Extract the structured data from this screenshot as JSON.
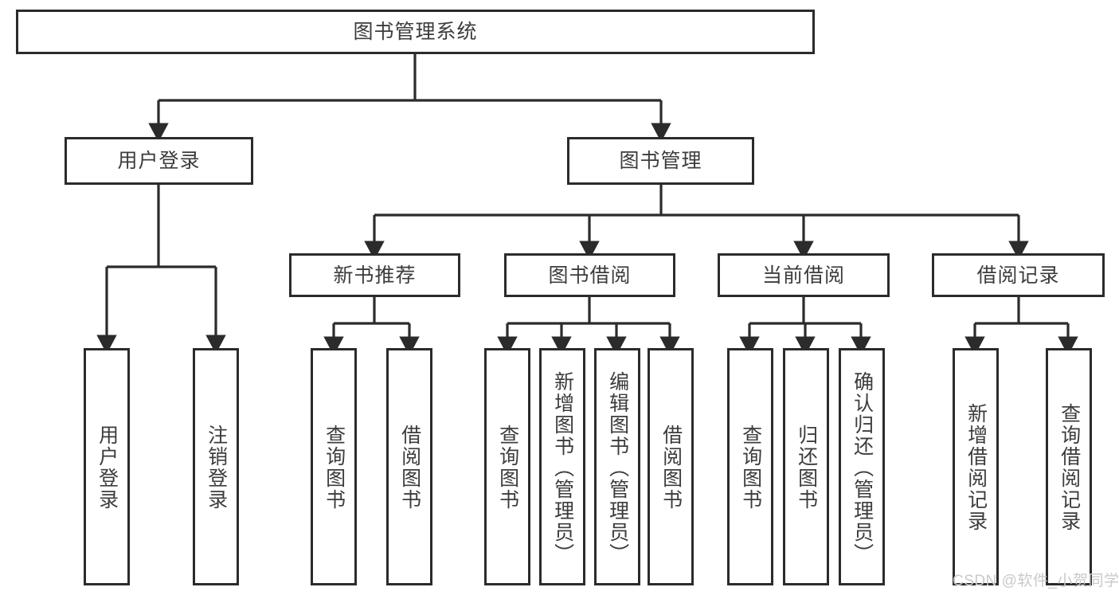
{
  "diagram": {
    "title": "图书管理系统",
    "watermark": "CSDN @软件_小贺同学",
    "line_color": "#2b2b2b",
    "text_color": "#3c3c3c",
    "background": "#ffffff",
    "root": {
      "label": "图书管理系统"
    },
    "level1": [
      {
        "label": "用户登录"
      },
      {
        "label": "图书管理"
      }
    ],
    "level2": [
      {
        "label": "新书推荐"
      },
      {
        "label": "图书借阅"
      },
      {
        "label": "当前借阅"
      },
      {
        "label": "借阅记录"
      }
    ],
    "leaves": {
      "user_login": [
        {
          "label": "用户登录"
        },
        {
          "label": "注销登录"
        }
      ],
      "new_book_recommend": [
        {
          "label": "查询图书"
        },
        {
          "label": "借阅图书"
        }
      ],
      "book_borrow": [
        {
          "label": "查询图书"
        },
        {
          "label": "新增图书（管理员）"
        },
        {
          "label": "编辑图书（管理员）"
        },
        {
          "label": "借阅图书"
        }
      ],
      "current_borrow": [
        {
          "label": "查询图书"
        },
        {
          "label": "归还图书"
        },
        {
          "label": "确认归还（管理员）"
        }
      ],
      "borrow_record": [
        {
          "label": "新增借阅记录"
        },
        {
          "label": "查询借阅记录"
        }
      ]
    }
  }
}
